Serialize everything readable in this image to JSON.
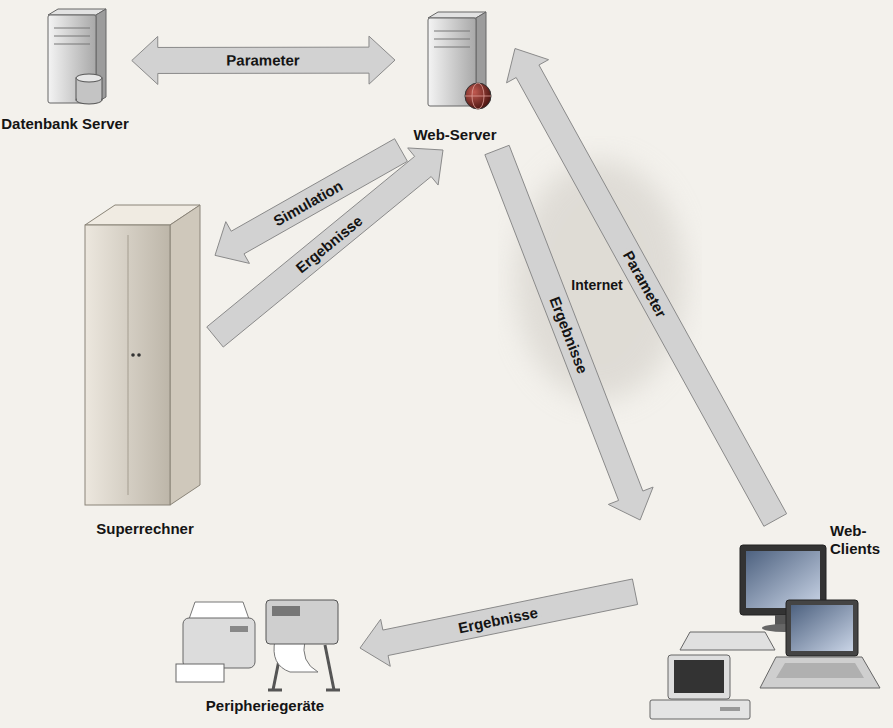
{
  "diagram": {
    "nodes": [
      {
        "text": [
          "Datenbank Server"
        ]
      },
      {
        "text": [
          "Web-Server"
        ]
      },
      {
        "text": [
          "Superrechner"
        ]
      },
      {
        "text": [
          "Web- Clients"
        ]
      },
      {
        "text": [
          "Peripheriegeräte"
        ]
      }
    ],
    "edges": [
      {
        "from": 0,
        "to": 1,
        "label": "Parameter",
        "arrow": "both"
      },
      {
        "from": 1,
        "to": 2,
        "label": "Simulation",
        "arrow": "to"
      },
      {
        "from": 2,
        "to": 1,
        "label": "Ergebnisse",
        "arrow": "to"
      },
      {
        "from": 1,
        "to": 3,
        "label": "Ergebnisse",
        "arrow": "to"
      },
      {
        "from": 3,
        "to": 1,
        "label": "Parameter",
        "arrow": "to"
      },
      {
        "from": 3,
        "to": 4,
        "label": "Ergebnisse",
        "arrow": "to"
      }
    ],
    "labels": [
      "Internet"
    ]
  }
}
